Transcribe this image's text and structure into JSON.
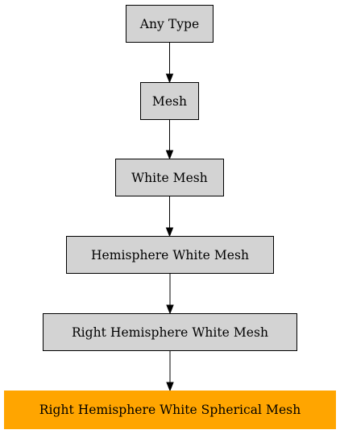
{
  "diagram": {
    "nodes": [
      {
        "id": "any_type",
        "label": "Any Type",
        "fill": "#d3d3d3",
        "border": "#000000",
        "highlight": false
      },
      {
        "id": "mesh",
        "label": "Mesh",
        "fill": "#d3d3d3",
        "border": "#000000",
        "highlight": false
      },
      {
        "id": "white_mesh",
        "label": "White Mesh",
        "fill": "#d3d3d3",
        "border": "#000000",
        "highlight": false
      },
      {
        "id": "hemisphere_white_mesh",
        "label": "Hemisphere White Mesh",
        "fill": "#d3d3d3",
        "border": "#000000",
        "highlight": false
      },
      {
        "id": "right_hemisphere_white_mesh",
        "label": "Right Hemisphere White Mesh",
        "fill": "#d3d3d3",
        "border": "#000000",
        "highlight": false
      },
      {
        "id": "right_hemisphere_white_spherical_mesh",
        "label": "Right Hemisphere White Spherical Mesh",
        "fill": "#ffa500",
        "border": "#ffa500",
        "highlight": true
      }
    ],
    "edges": [
      {
        "from": "any_type",
        "to": "mesh"
      },
      {
        "from": "mesh",
        "to": "white_mesh"
      },
      {
        "from": "white_mesh",
        "to": "hemisphere_white_mesh"
      },
      {
        "from": "hemisphere_white_mesh",
        "to": "right_hemisphere_white_mesh"
      },
      {
        "from": "right_hemisphere_white_mesh",
        "to": "right_hemisphere_white_spherical_mesh"
      }
    ],
    "colors": {
      "node_fill": "#d3d3d3",
      "highlight_fill": "#ffa500",
      "edge": "#000000"
    }
  }
}
